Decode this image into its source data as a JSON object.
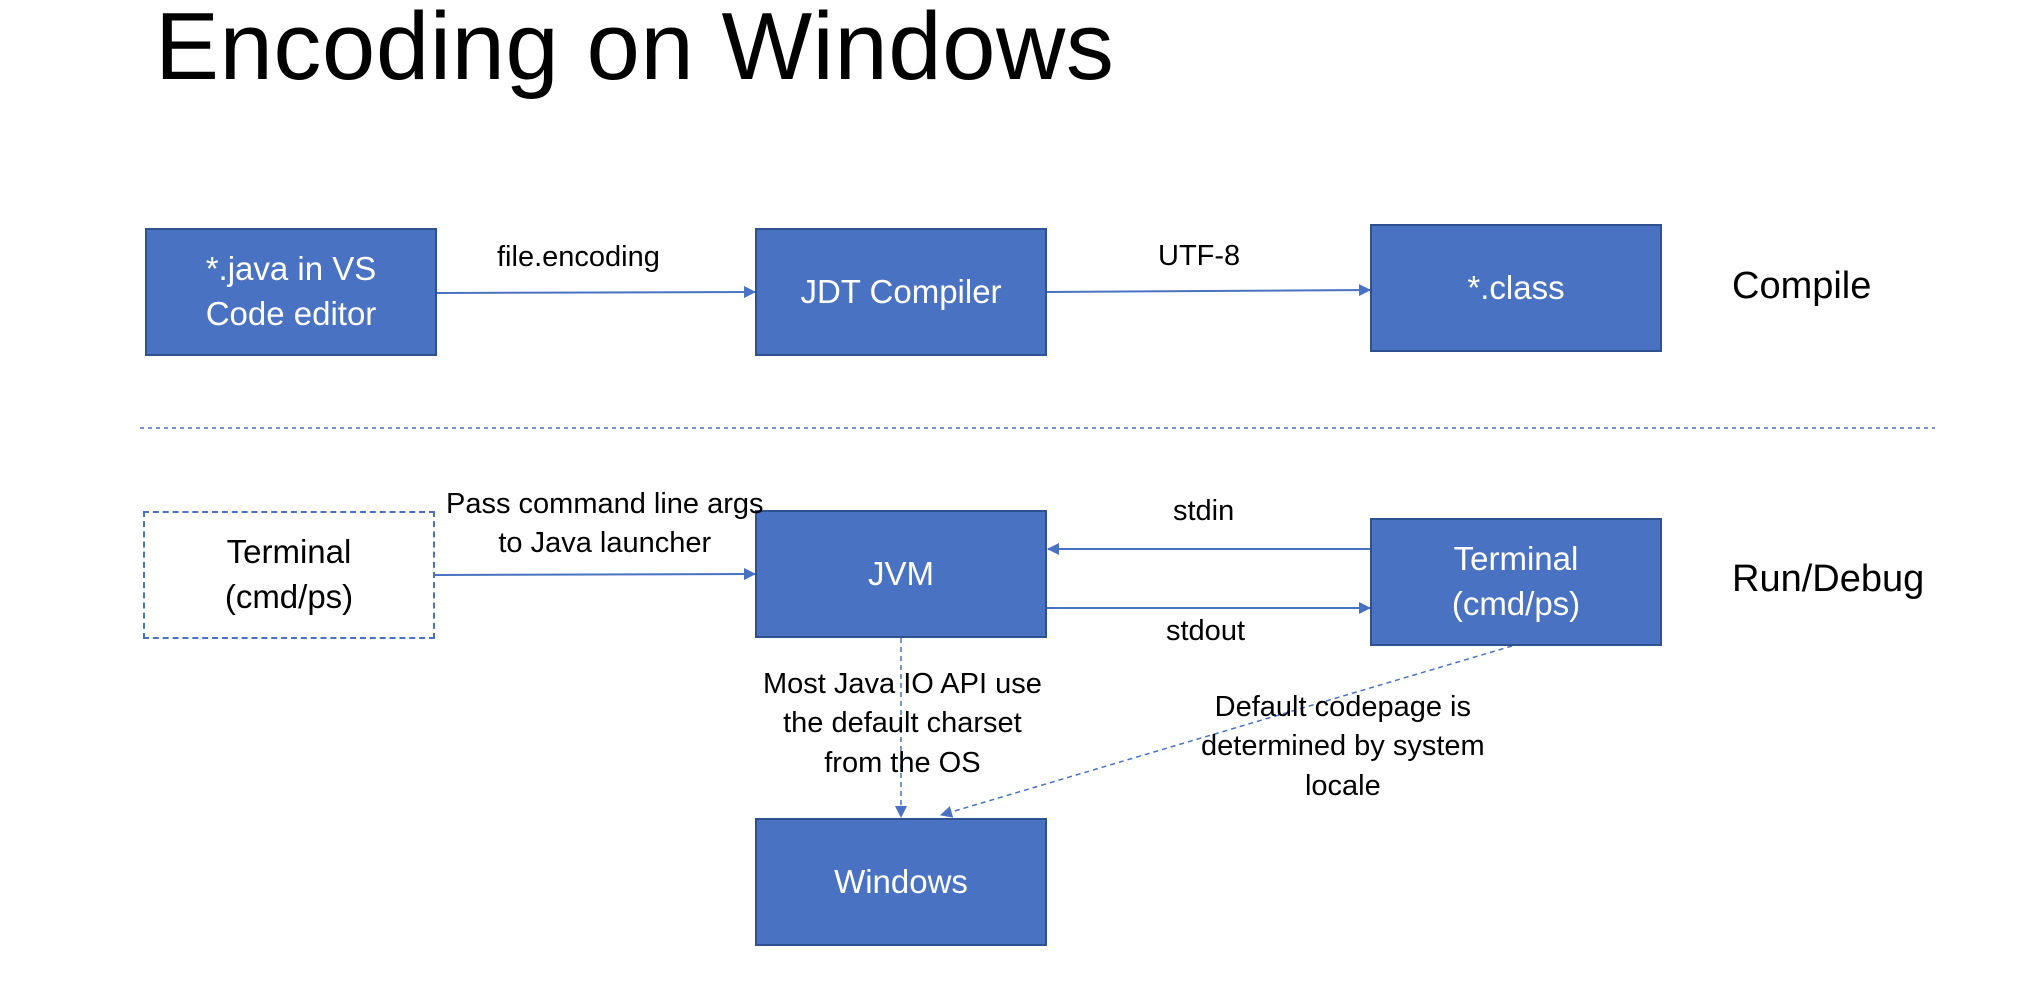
{
  "title": "Encoding on Windows",
  "colors": {
    "box_fill": "#4a72c2",
    "box_border": "#2f528f",
    "connector": "#4a72c2",
    "box_text": "#ffffff"
  },
  "sections": {
    "compile": "Compile",
    "run_debug": "Run/Debug"
  },
  "boxes": {
    "java_editor": [
      "*.java in VS",
      "Code editor"
    ],
    "jdt_compiler": "JDT Compiler",
    "class_files": "*.class",
    "terminal_left": [
      "Terminal",
      "(cmd/ps)"
    ],
    "jvm": "JVM",
    "terminal_right": [
      "Terminal",
      "(cmd/ps)"
    ],
    "windows": "Windows"
  },
  "edge_labels": {
    "file_encoding": "file.encoding",
    "utf8": "UTF-8",
    "pass_args": [
      "Pass command line args",
      "to Java launcher"
    ],
    "stdin": "stdin",
    "stdout": "stdout",
    "java_io": [
      "Most Java IO API use",
      "the default charset",
      "from the OS"
    ],
    "default_codepage": [
      "Default codepage is",
      "determined by system",
      "locale"
    ]
  }
}
